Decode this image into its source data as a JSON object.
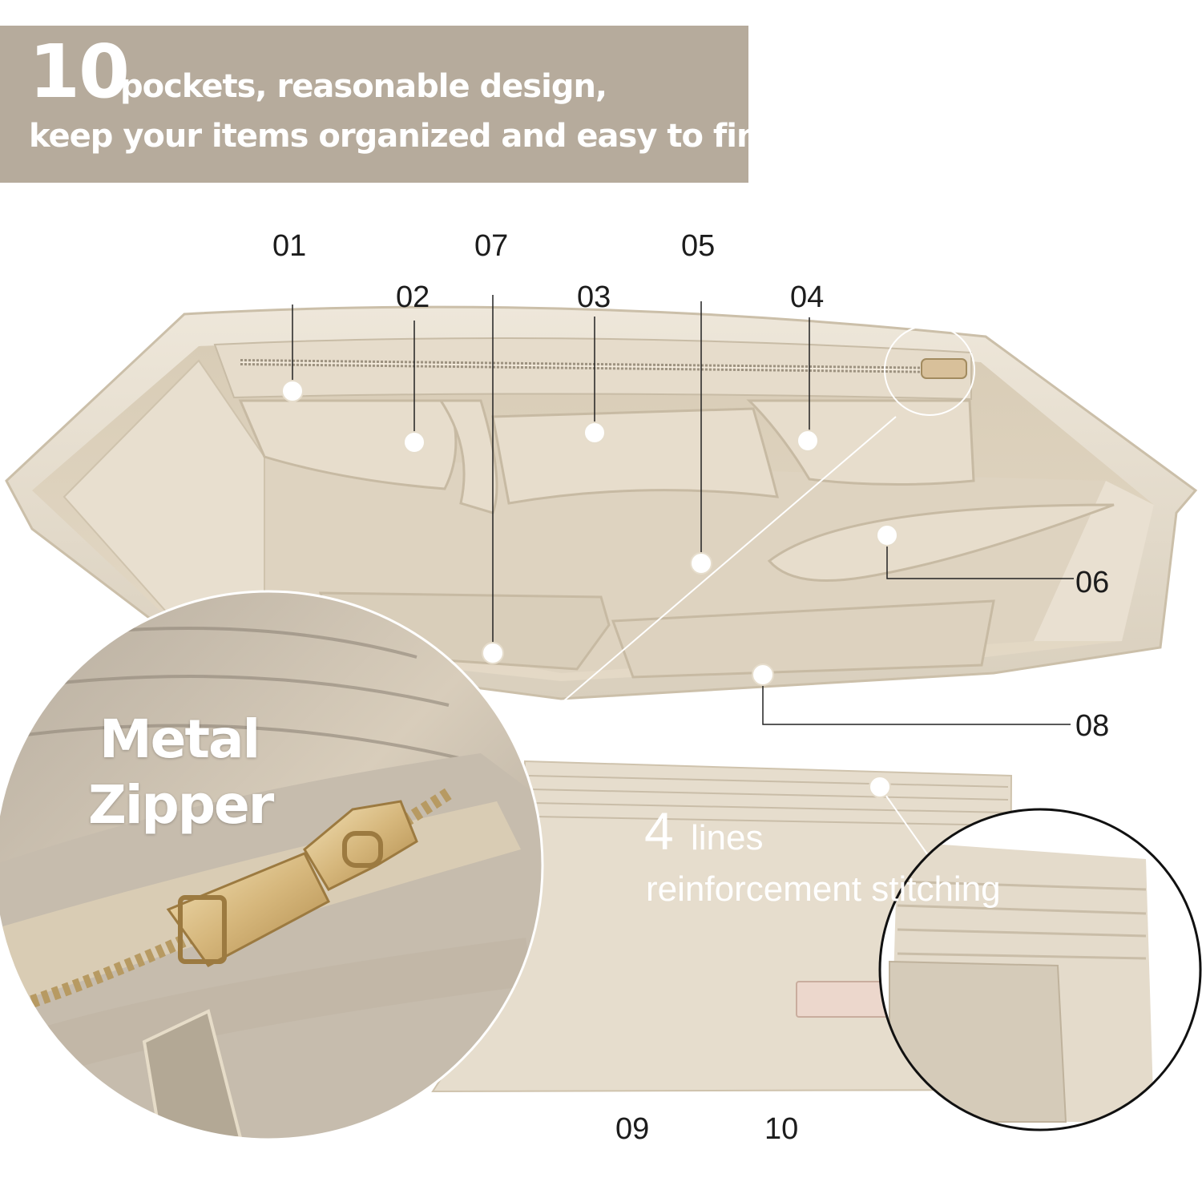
{
  "headline": {
    "number": "10",
    "line1": "pockets, reasonable design,",
    "line2": "keep your items organized and easy to find"
  },
  "pocket_labels": [
    "01",
    "02",
    "03",
    "04",
    "05",
    "06",
    "07",
    "08",
    "09",
    "10"
  ],
  "zipper_callout": {
    "line1": "Metal",
    "line2": "Zipper"
  },
  "stitching_callout": {
    "number": "4",
    "word": "lines",
    "line2": "reinforcement stitching"
  },
  "colors": {
    "band": "#b6ab9c",
    "felt": "#e6ddcd",
    "felt_shadow": "#cfc3ad",
    "zipper_gold": "#d6b77c"
  }
}
